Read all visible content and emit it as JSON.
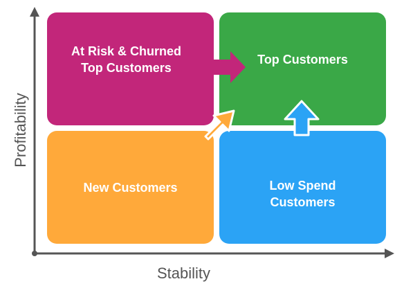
{
  "quadrants": {
    "top_left": {
      "label": "At Risk & Churned\nTop Customers",
      "color": "#C2267A"
    },
    "top_right": {
      "label": "Top Customers",
      "color": "#3AA847"
    },
    "bottom_left": {
      "label": "New Customers",
      "color": "#FFA93A"
    },
    "bottom_right": {
      "label": "Low Spend\nCustomers",
      "color": "#2BA3F5"
    }
  },
  "axes": {
    "x_title": "Stability",
    "y_title": "Profitability",
    "color": "#555555"
  }
}
